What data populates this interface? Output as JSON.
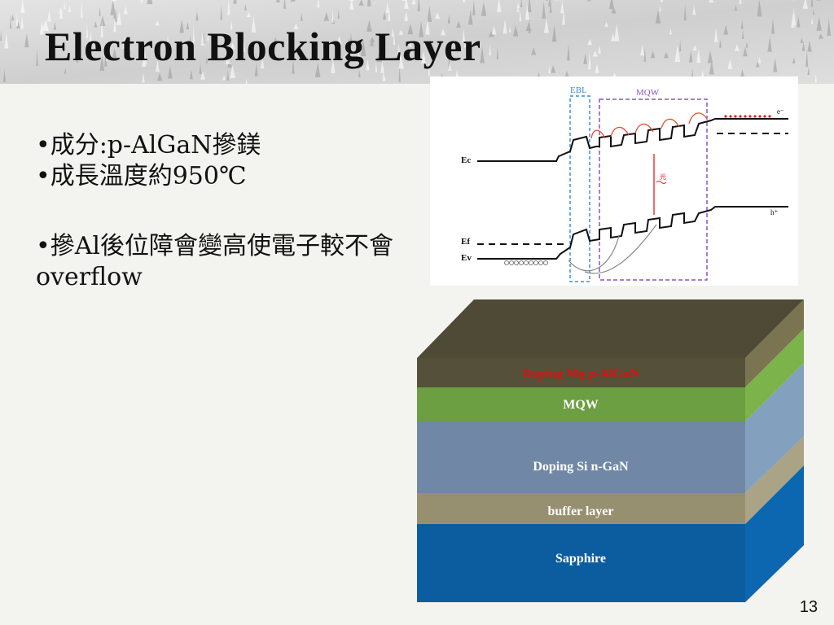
{
  "slide": {
    "title": "Electron Blocking Layer",
    "page_number": "13"
  },
  "bullets": [
    "•成分:p-AlGaN摻鎂",
    "•成長溫度約950℃",
    "•摻Al後位障會變高使電子較不會overflow"
  ],
  "band_diagram": {
    "labels": {
      "ebl": "EBL",
      "mqw": "MQW",
      "ec": "Ec",
      "ef": "Ef",
      "ev": "Ev",
      "electron": "e⁻",
      "hole": "h⁺",
      "light": "光"
    },
    "colors": {
      "ebl_box": "#3a8fd0",
      "mqw_box": "#8a55c4",
      "arrows": "#e05030",
      "electrons": "#e02020"
    }
  },
  "layer_stack": {
    "layers": [
      {
        "label": "Doping Mg  p-AlGaN",
        "front": "#545039",
        "top": "#4e4a35",
        "side": "#7a7550",
        "text_color": "#e01010"
      },
      {
        "label": "MQW",
        "front": "#6c9e42",
        "side": "#7cb34a",
        "text_color": "#ffffff"
      },
      {
        "label": "Doping Si   n-GaN",
        "front": "#7088a6",
        "side": "#84a0bf",
        "text_color": "#ffffff"
      },
      {
        "label": "buffer layer",
        "front": "#979070",
        "side": "#aaa385",
        "text_color": "#ffffff"
      },
      {
        "label": "Sapphire",
        "front": "#0c5d9f",
        "side": "#0d66b0",
        "text_color": "#ffffff"
      }
    ]
  }
}
